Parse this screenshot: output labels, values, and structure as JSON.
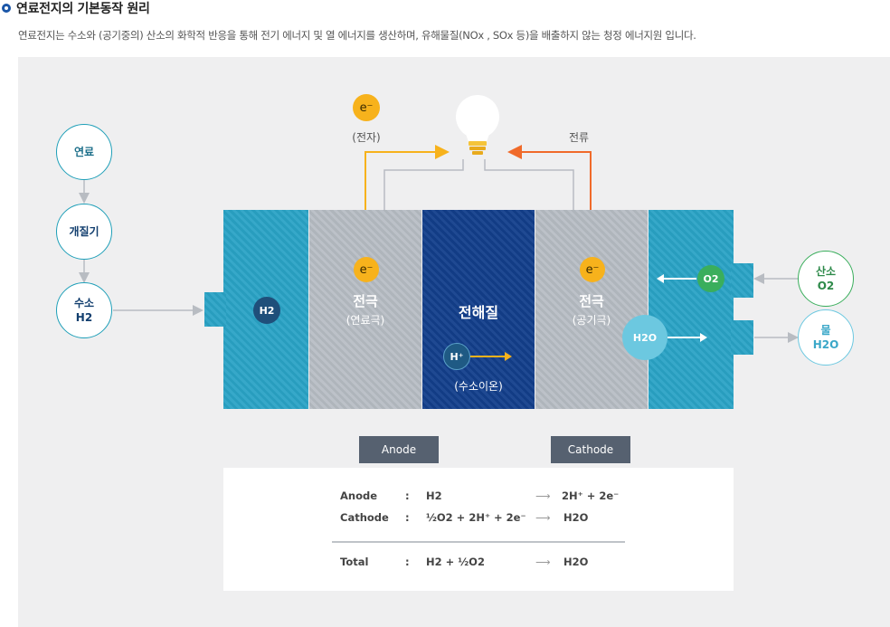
{
  "title": "연료전지의 기본동작 원리",
  "description": "연료전지는 수소와 (공기중의) 산소의 화학적 반응을 통해 전기 에너지 및 열 에너지를 생산하며, 유해물질(NOx , SOx 등)을 배출하지 않는 청정 에너지원 입니다.",
  "flow": {
    "fuel": "연료",
    "reformer": "개질기",
    "hydrogen_line1": "수소",
    "hydrogen_line2": "H2"
  },
  "top": {
    "electron": "e⁻",
    "electron_label": "(전자)",
    "current_label": "전류"
  },
  "cell": {
    "h2_badge": "H2",
    "anode_electron": "e⁻",
    "anode_title": "전극",
    "anode_sub": "(연료극)",
    "electrolyte_title": "전해질",
    "ion_badge": "H⁺",
    "ion_label": "(수소이온)",
    "cathode_electron": "e⁻",
    "cathode_title": "전극",
    "cathode_sub": "(공기극)",
    "o2_badge": "O2",
    "h2o_badge": "H2O"
  },
  "right": {
    "oxygen_line1": "산소",
    "oxygen_line2": "O2",
    "water_line1": "물",
    "water_line2": "H2O"
  },
  "buttons": {
    "anode": "Anode",
    "cathode": "Cathode"
  },
  "equations": [
    {
      "label": "Anode",
      "sep": ":",
      "left": "H2",
      "arrow": "⟶",
      "right": "2H⁺ + 2e⁻"
    },
    {
      "label": "Cathode",
      "sep": ":",
      "left": "½O2 + 2H⁺ + 2e⁻",
      "arrow": "⟶",
      "right": "H2O"
    },
    {
      "label": "Total",
      "sep": ":",
      "left": "H2 + ½O2",
      "arrow": "⟶",
      "right": "H2O"
    }
  ],
  "colors": {
    "teal": "#2aa3c6",
    "gray": "#b6bcc3",
    "navy": "#133f8c",
    "electron": "#f7b21c",
    "current": "#f06a2a",
    "oxygen": "#3aae5c",
    "water": "#6cc8e0"
  }
}
